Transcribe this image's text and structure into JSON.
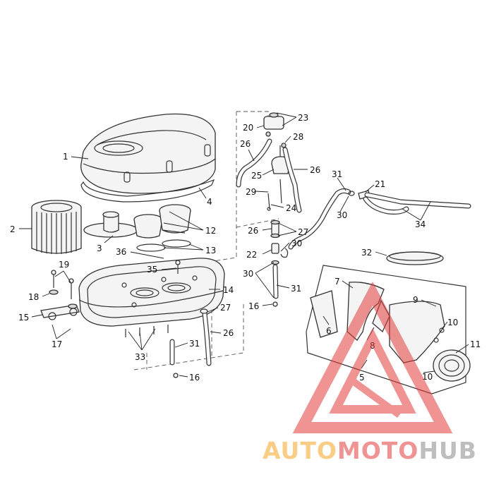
{
  "diagram": {
    "callouts": {
      "c1": "1",
      "c2": "2",
      "c3": "3",
      "c4": "4",
      "c5": "5",
      "c6": "6",
      "c7": "7",
      "c8": "8",
      "c9": "9",
      "c10a": "10",
      "c10b": "10",
      "c11": "11",
      "c12": "12",
      "c13": "13",
      "c14": "14",
      "c15": "15",
      "c16a": "16",
      "c16b": "16",
      "c17": "17",
      "c18": "18",
      "c19": "19",
      "c20": "20",
      "c21": "21",
      "c22": "22",
      "c23": "23",
      "c24": "24",
      "c25": "25",
      "c26a": "26",
      "c26b": "26",
      "c26c": "26",
      "c26d": "26",
      "c27a": "27",
      "c27b": "27",
      "c28": "28",
      "c29": "29",
      "c30a": "30",
      "c30b": "30",
      "c30c": "30",
      "c31a": "31",
      "c31b": "31",
      "c31c": "31",
      "c32": "32",
      "c33": "33",
      "c34": "34",
      "c35": "35",
      "c36": "36"
    }
  },
  "watermark": {
    "text_part1": "AUTO",
    "text_part2": "MOTO",
    "text_part3": "HUB",
    "color_orange": "#f5a623",
    "color_red": "#e23b3b",
    "color_gray": "#8a8a8a"
  }
}
